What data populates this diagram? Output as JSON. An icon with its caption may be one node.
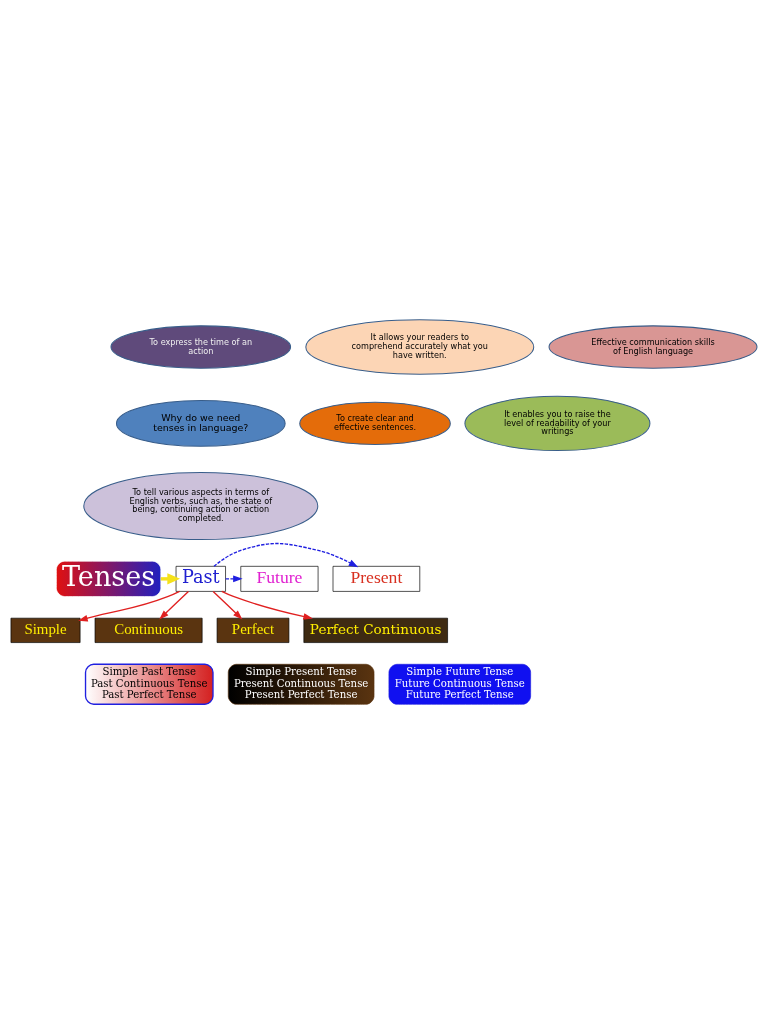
{
  "diagram": {
    "nodes": [
      {
        "text": [
          "To express the time of an action"
        ]
      },
      {
        "text": [
          "It allows your readers to comprehend accurately what you have written."
        ]
      },
      {
        "text": [
          "Effective communication skills of English language"
        ]
      },
      {
        "text": [
          "Why do we need tenses in language?"
        ]
      },
      {
        "text": [
          "To create clear and effective sentences."
        ]
      },
      {
        "text": [
          "It enables you to raise the level of readability of your writings"
        ]
      },
      {
        "text": [
          "To tell various aspects in terms of English verbs, such as, the state of being, continuing action or action completed."
        ]
      },
      {
        "text": [
          "Tenses"
        ]
      },
      {
        "text": [
          "Present"
        ]
      },
      {
        "text": [
          "Past"
        ]
      },
      {
        "text": [
          "Future"
        ]
      },
      {
        "text": [
          "Simple"
        ]
      },
      {
        "text": [
          "Continuous"
        ]
      },
      {
        "text": [
          "Perfect"
        ]
      },
      {
        "text": [
          "Perfect Continuous"
        ]
      },
      {
        "text": [
          "Simple Present Tense",
          "Present Continuous Tense",
          "Present Perfect Tense"
        ]
      },
      {
        "text": [
          "Simple Past Tense",
          "Past Continuous Tense",
          "Past Perfect Tense"
        ]
      },
      {
        "text": [
          "Simple Future Tense",
          "Future Continuous Tense",
          "Future Perfect Tense"
        ]
      }
    ],
    "edges": [
      {
        "from": 7,
        "to": 9,
        "arrow": "to",
        "style": "thick",
        "color": "#f5e11a"
      },
      {
        "from": 9,
        "to": 8,
        "arrow": "to",
        "style": "dashed",
        "color": "#1f1fe0"
      },
      {
        "from": 9,
        "to": 10,
        "arrow": "to",
        "style": "dashed",
        "color": "#1f1fe0"
      },
      {
        "from": 9,
        "to": 11,
        "arrow": "to"
      },
      {
        "from": 9,
        "to": 12,
        "arrow": "to"
      },
      {
        "from": 9,
        "to": 13,
        "arrow": "to"
      },
      {
        "from": 9,
        "to": 14,
        "arrow": "to"
      }
    ]
  }
}
